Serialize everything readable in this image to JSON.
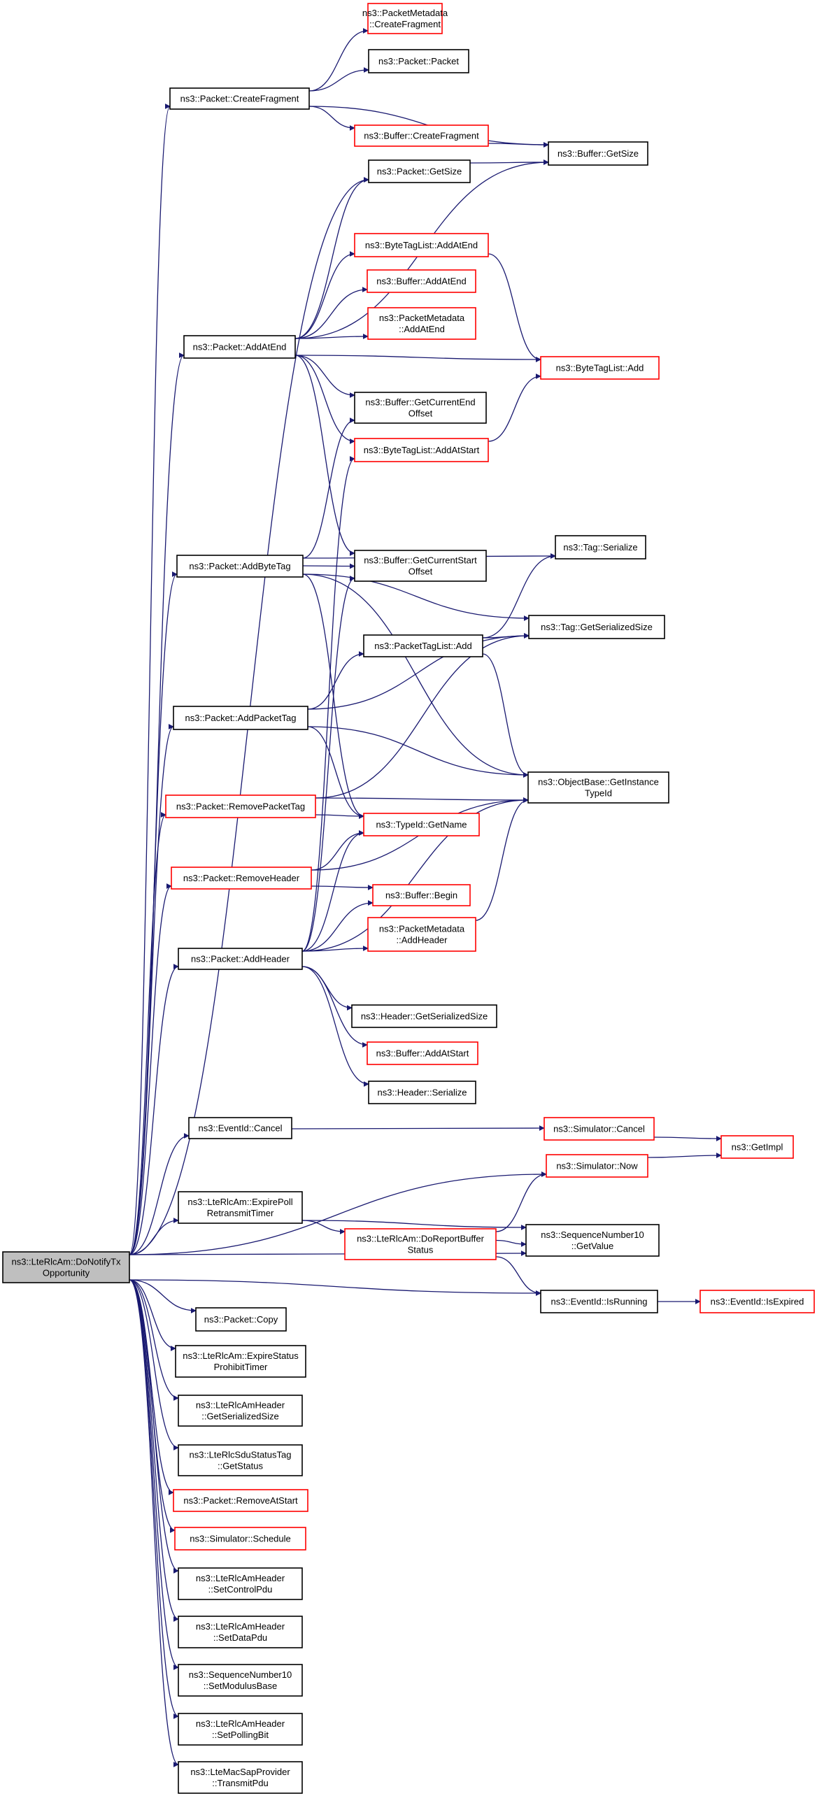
{
  "colors": {
    "edge": "#191970",
    "border_black": "#000000",
    "border_red": "#ff0000",
    "root_fill": "#bfbfbf",
    "node_fill": "#ffffff"
  },
  "nodes": [
    {
      "id": "root",
      "lines": [
        "ns3::LteRlcAm::DoNotifyTx",
        "Opportunity"
      ],
      "style": "root"
    },
    {
      "id": "pm_createfrag",
      "lines": [
        "ns3::PacketMetadata",
        "::CreateFragment"
      ],
      "style": "red"
    },
    {
      "id": "pkt_pkt",
      "lines": [
        "ns3::Packet::Packet"
      ],
      "style": "black"
    },
    {
      "id": "pkt_createfrag",
      "lines": [
        "ns3::Packet::CreateFragment"
      ],
      "style": "black"
    },
    {
      "id": "buf_createfrag",
      "lines": [
        "ns3::Buffer::CreateFragment"
      ],
      "style": "red"
    },
    {
      "id": "buf_getsize",
      "lines": [
        "ns3::Buffer::GetSize"
      ],
      "style": "black"
    },
    {
      "id": "pkt_getsize",
      "lines": [
        "ns3::Packet::GetSize"
      ],
      "style": "black"
    },
    {
      "id": "btl_addatend",
      "lines": [
        "ns3::ByteTagList::AddAtEnd"
      ],
      "style": "red"
    },
    {
      "id": "buf_addatend",
      "lines": [
        "ns3::Buffer::AddAtEnd"
      ],
      "style": "red"
    },
    {
      "id": "pm_addatend",
      "lines": [
        "ns3::PacketMetadata",
        "::AddAtEnd"
      ],
      "style": "red"
    },
    {
      "id": "pkt_addatend",
      "lines": [
        "ns3::Packet::AddAtEnd"
      ],
      "style": "black"
    },
    {
      "id": "btl_add",
      "lines": [
        "ns3::ByteTagList::Add"
      ],
      "style": "red"
    },
    {
      "id": "buf_getcurend",
      "lines": [
        "ns3::Buffer::GetCurrentEnd",
        "Offset"
      ],
      "style": "black"
    },
    {
      "id": "btl_addatstart",
      "lines": [
        "ns3::ByteTagList::AddAtStart"
      ],
      "style": "red"
    },
    {
      "id": "tag_serialize",
      "lines": [
        "ns3::Tag::Serialize"
      ],
      "style": "black"
    },
    {
      "id": "pkt_addbytetag",
      "lines": [
        "ns3::Packet::AddByteTag"
      ],
      "style": "black"
    },
    {
      "id": "buf_getcurstart",
      "lines": [
        "ns3::Buffer::GetCurrentStart",
        "Offset"
      ],
      "style": "black"
    },
    {
      "id": "tag_getsersize",
      "lines": [
        "ns3::Tag::GetSerializedSize"
      ],
      "style": "black"
    },
    {
      "id": "ptl_add",
      "lines": [
        "ns3::PacketTagList::Add"
      ],
      "style": "black"
    },
    {
      "id": "pkt_addpackettag",
      "lines": [
        "ns3::Packet::AddPacketTag"
      ],
      "style": "black"
    },
    {
      "id": "ob_getinst",
      "lines": [
        "ns3::ObjectBase::GetInstance",
        "TypeId"
      ],
      "style": "black"
    },
    {
      "id": "pkt_removepackettag",
      "lines": [
        "ns3::Packet::RemovePacketTag"
      ],
      "style": "red"
    },
    {
      "id": "typeid_getname",
      "lines": [
        "ns3::TypeId::GetName"
      ],
      "style": "red"
    },
    {
      "id": "pkt_removeheader",
      "lines": [
        "ns3::Packet::RemoveHeader"
      ],
      "style": "red"
    },
    {
      "id": "buf_begin",
      "lines": [
        "ns3::Buffer::Begin"
      ],
      "style": "red"
    },
    {
      "id": "pm_addheader",
      "lines": [
        "ns3::PacketMetadata",
        "::AddHeader"
      ],
      "style": "red"
    },
    {
      "id": "pkt_addheader",
      "lines": [
        "ns3::Packet::AddHeader"
      ],
      "style": "black"
    },
    {
      "id": "hdr_getsersize",
      "lines": [
        "ns3::Header::GetSerializedSize"
      ],
      "style": "black"
    },
    {
      "id": "buf_addatstart",
      "lines": [
        "ns3::Buffer::AddAtStart"
      ],
      "style": "red"
    },
    {
      "id": "hdr_serialize",
      "lines": [
        "ns3::Header::Serialize"
      ],
      "style": "black"
    },
    {
      "id": "evt_cancel",
      "lines": [
        "ns3::EventId::Cancel"
      ],
      "style": "black"
    },
    {
      "id": "sim_cancel",
      "lines": [
        "ns3::Simulator::Cancel"
      ],
      "style": "red"
    },
    {
      "id": "getimpl",
      "lines": [
        "ns3::GetImpl"
      ],
      "style": "red"
    },
    {
      "id": "sim_now",
      "lines": [
        "ns3::Simulator::Now"
      ],
      "style": "red"
    },
    {
      "id": "expirepoll",
      "lines": [
        "ns3::LteRlcAm::ExpirePoll",
        "RetransmitTimer"
      ],
      "style": "black"
    },
    {
      "id": "doreport",
      "lines": [
        "ns3::LteRlcAm::DoReportBuffer",
        "Status"
      ],
      "style": "red"
    },
    {
      "id": "seq_getvalue",
      "lines": [
        "ns3::SequenceNumber10",
        "::GetValue"
      ],
      "style": "black"
    },
    {
      "id": "evt_isrunning",
      "lines": [
        "ns3::EventId::IsRunning"
      ],
      "style": "black"
    },
    {
      "id": "evt_isexpired",
      "lines": [
        "ns3::EventId::IsExpired"
      ],
      "style": "red"
    },
    {
      "id": "pkt_copy",
      "lines": [
        "ns3::Packet::Copy"
      ],
      "style": "black"
    },
    {
      "id": "expirestatus",
      "lines": [
        "ns3::LteRlcAm::ExpireStatus",
        "ProhibitTimer"
      ],
      "style": "black"
    },
    {
      "id": "hdr_getsersize2",
      "lines": [
        "ns3::LteRlcAmHeader",
        "::GetSerializedSize"
      ],
      "style": "black"
    },
    {
      "id": "sdustatus",
      "lines": [
        "ns3::LteRlcSduStatusTag",
        "::GetStatus"
      ],
      "style": "black"
    },
    {
      "id": "pkt_removeatstart",
      "lines": [
        "ns3::Packet::RemoveAtStart"
      ],
      "style": "red"
    },
    {
      "id": "sim_schedule",
      "lines": [
        "ns3::Simulator::Schedule"
      ],
      "style": "red"
    },
    {
      "id": "setcontrolpdu",
      "lines": [
        "ns3::LteRlcAmHeader",
        "::SetControlPdu"
      ],
      "style": "black"
    },
    {
      "id": "setdatapdu",
      "lines": [
        "ns3::LteRlcAmHeader",
        "::SetDataPdu"
      ],
      "style": "black"
    },
    {
      "id": "setmodulus",
      "lines": [
        "ns3::SequenceNumber10",
        "::SetModulusBase"
      ],
      "style": "black"
    },
    {
      "id": "setpollingbit",
      "lines": [
        "ns3::LteRlcAmHeader",
        "::SetPollingBit"
      ],
      "style": "black"
    },
    {
      "id": "transmitpdu",
      "lines": [
        "ns3::LteMacSapProvider",
        "::TransmitPdu"
      ],
      "style": "black"
    }
  ],
  "edges": [
    [
      "root",
      "pkt_createfrag"
    ],
    [
      "root",
      "pkt_getsize"
    ],
    [
      "root",
      "pkt_addatend"
    ],
    [
      "root",
      "pkt_addbytetag"
    ],
    [
      "root",
      "pkt_addpackettag"
    ],
    [
      "root",
      "pkt_removepackettag"
    ],
    [
      "root",
      "pkt_removeheader"
    ],
    [
      "root",
      "pkt_addheader"
    ],
    [
      "root",
      "evt_cancel"
    ],
    [
      "root",
      "sim_now"
    ],
    [
      "root",
      "expirepoll"
    ],
    [
      "root",
      "seq_getvalue"
    ],
    [
      "root",
      "evt_isrunning"
    ],
    [
      "root",
      "pkt_copy"
    ],
    [
      "root",
      "expirestatus"
    ],
    [
      "root",
      "hdr_getsersize2"
    ],
    [
      "root",
      "sdustatus"
    ],
    [
      "root",
      "pkt_removeatstart"
    ],
    [
      "root",
      "sim_schedule"
    ],
    [
      "root",
      "setcontrolpdu"
    ],
    [
      "root",
      "setdatapdu"
    ],
    [
      "root",
      "setmodulus"
    ],
    [
      "root",
      "setpollingbit"
    ],
    [
      "root",
      "transmitpdu"
    ],
    [
      "pkt_createfrag",
      "pm_createfrag"
    ],
    [
      "pkt_createfrag",
      "pkt_pkt"
    ],
    [
      "pkt_createfrag",
      "buf_createfrag"
    ],
    [
      "pkt_createfrag",
      "buf_getsize"
    ],
    [
      "buf_createfrag",
      "buf_getsize"
    ],
    [
      "pkt_getsize",
      "buf_getsize"
    ],
    [
      "pkt_addatend",
      "pkt_getsize"
    ],
    [
      "pkt_addatend",
      "buf_getsize"
    ],
    [
      "pkt_addatend",
      "btl_addatend"
    ],
    [
      "pkt_addatend",
      "buf_addatend"
    ],
    [
      "pkt_addatend",
      "pm_addatend"
    ],
    [
      "pkt_addatend",
      "btl_add"
    ],
    [
      "pkt_addatend",
      "buf_getcurend"
    ],
    [
      "pkt_addatend",
      "btl_addatstart"
    ],
    [
      "pkt_addatend",
      "buf_getcurstart"
    ],
    [
      "btl_addatend",
      "btl_add"
    ],
    [
      "btl_addatstart",
      "btl_add"
    ],
    [
      "pkt_addbytetag",
      "buf_getcurend"
    ],
    [
      "pkt_addbytetag",
      "tag_serialize"
    ],
    [
      "pkt_addbytetag",
      "tag_getsersize"
    ],
    [
      "pkt_addbytetag",
      "buf_getcurstart"
    ],
    [
      "pkt_addbytetag",
      "ob_getinst"
    ],
    [
      "pkt_addbytetag",
      "typeid_getname"
    ],
    [
      "ptl_add",
      "tag_serialize"
    ],
    [
      "ptl_add",
      "tag_getsersize"
    ],
    [
      "ptl_add",
      "ob_getinst"
    ],
    [
      "pkt_addpackettag",
      "tag_getsersize"
    ],
    [
      "pkt_addpackettag",
      "ptl_add"
    ],
    [
      "pkt_addpackettag",
      "ob_getinst"
    ],
    [
      "pkt_addpackettag",
      "typeid_getname"
    ],
    [
      "pkt_removepackettag",
      "tag_getsersize"
    ],
    [
      "pkt_removepackettag",
      "ob_getinst"
    ],
    [
      "pkt_removepackettag",
      "typeid_getname"
    ],
    [
      "pkt_removeheader",
      "typeid_getname"
    ],
    [
      "pkt_removeheader",
      "ob_getinst"
    ],
    [
      "pkt_removeheader",
      "buf_begin"
    ],
    [
      "pkt_addheader",
      "btl_addatstart"
    ],
    [
      "pkt_addheader",
      "buf_getcurstart"
    ],
    [
      "pkt_addheader",
      "typeid_getname"
    ],
    [
      "pkt_addheader",
      "buf_begin"
    ],
    [
      "pkt_addheader",
      "pm_addheader"
    ],
    [
      "pkt_addheader",
      "ob_getinst"
    ],
    [
      "pkt_addheader",
      "hdr_getsersize"
    ],
    [
      "pkt_addheader",
      "buf_addatstart"
    ],
    [
      "pkt_addheader",
      "hdr_serialize"
    ],
    [
      "pm_addheader",
      "ob_getinst"
    ],
    [
      "evt_cancel",
      "sim_cancel"
    ],
    [
      "sim_cancel",
      "getimpl"
    ],
    [
      "sim_now",
      "getimpl"
    ],
    [
      "expirepoll",
      "doreport"
    ],
    [
      "expirepoll",
      "seq_getvalue"
    ],
    [
      "doreport",
      "sim_now"
    ],
    [
      "doreport",
      "seq_getvalue"
    ],
    [
      "doreport",
      "evt_isrunning"
    ],
    [
      "evt_isrunning",
      "evt_isexpired"
    ]
  ]
}
